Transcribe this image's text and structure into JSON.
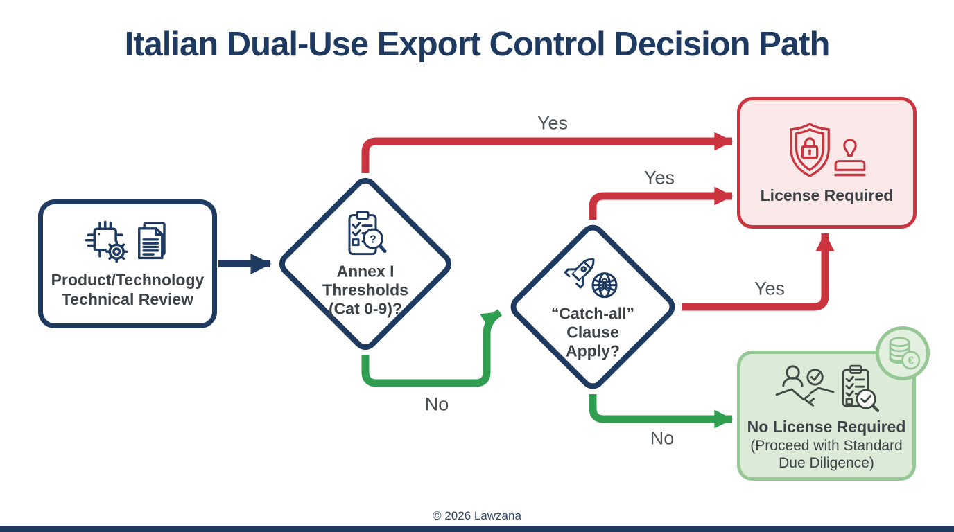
{
  "title": "Italian Dual-Use Export Control Decision Path",
  "footer": {
    "copyright": "© 2026 Lawzana"
  },
  "colors": {
    "navy": "#1e3a60",
    "red": "#c9343f",
    "red_fill": "#fbe9e9",
    "green": "#2f9e50",
    "green_border": "#96c896",
    "green_fill": "#dcead8",
    "badge_fill": "#e3efdf",
    "icon_dark": "#3f4a44",
    "text_dark": "#3d4247",
    "edge_label": "#4d5257",
    "footer_text": "#33496b"
  },
  "nodes": {
    "start": {
      "label": "Product/Technology\nTechnical Review",
      "icons": [
        "microchip-gear-icon",
        "documents-icon"
      ]
    },
    "decision1": {
      "label": "Annex I\nThresholds\n(Cat 0-9)?",
      "icon": "clipboard-checklist-magnifier-icon"
    },
    "decision2": {
      "label": "“Catch-all”\nClause\nApply?",
      "icon": "missile-biohazard-globe-icon"
    },
    "license_required": {
      "label": "License Required",
      "icons": [
        "shield-lock-icon",
        "approval-stamp-icon"
      ]
    },
    "no_license": {
      "title": "No License Required",
      "subtitle": "(Proceed with Standard\nDue Diligence)",
      "icons": [
        "handshake-verified-icon",
        "checklist-verified-magnifier-icon"
      ],
      "badge_icon": "euro-coins-icon"
    }
  },
  "edges": {
    "d1_yes": {
      "label": "Yes"
    },
    "d2_yes_top": {
      "label": "Yes"
    },
    "d2_yes_right": {
      "label": "Yes"
    },
    "d1_no": {
      "label": "No"
    },
    "d2_no": {
      "label": "No"
    }
  },
  "glyphs": {
    "euro": "€",
    "question": "?"
  }
}
